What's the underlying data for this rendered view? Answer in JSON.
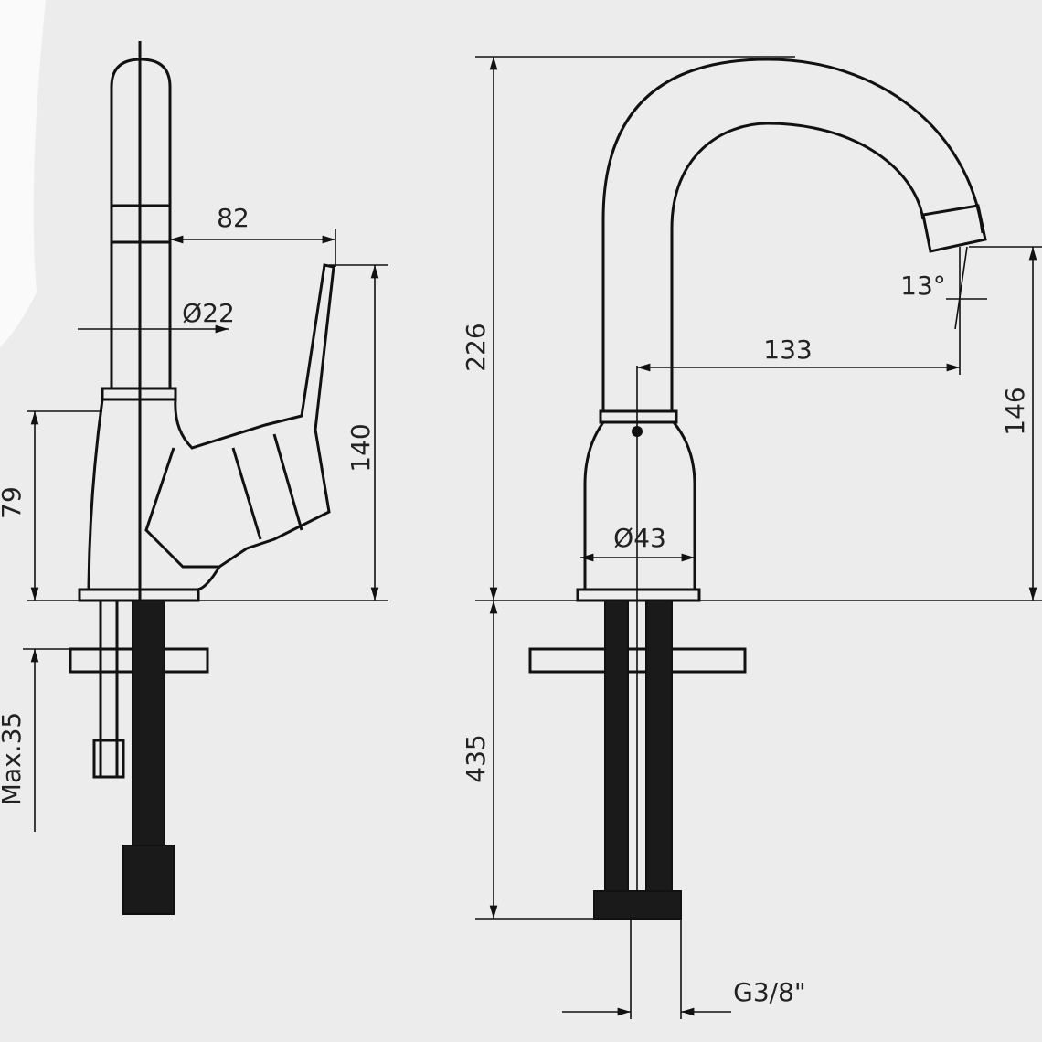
{
  "title": "Faucet dimension drawing",
  "side_view": {
    "spout_reach": "82",
    "spout_diameter": "Ø22",
    "handle_height": "140",
    "body_height": "79",
    "max_counter_thickness": "Max.35"
  },
  "front_view": {
    "total_height": "226",
    "spout_projection": "133",
    "outlet_angle": "13°",
    "outlet_height": "146",
    "base_diameter": "Ø43",
    "shank_length": "435",
    "connection_thread": "G3/8\""
  }
}
